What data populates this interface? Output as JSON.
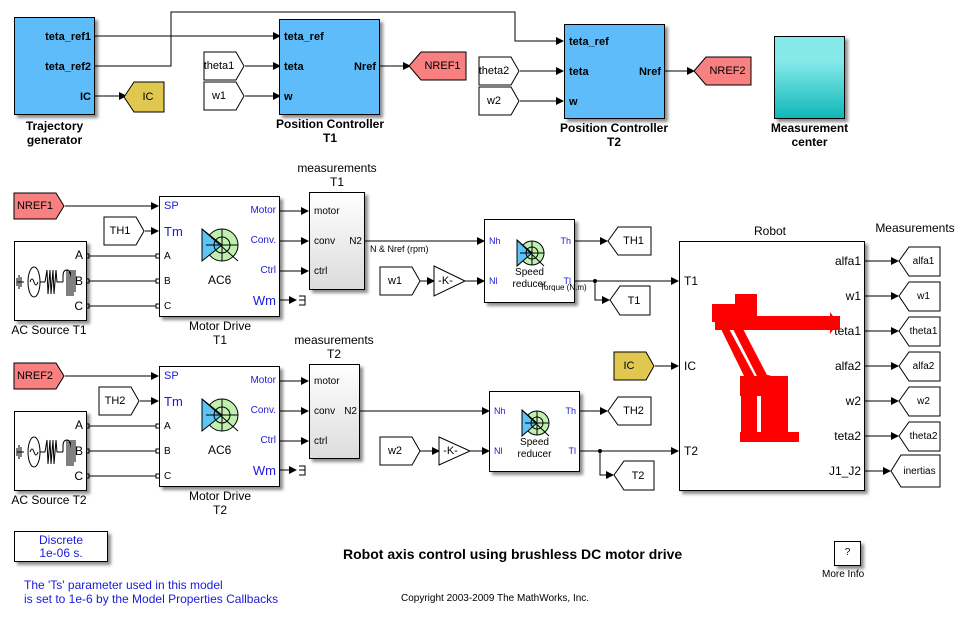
{
  "title": "Robot axis control using brushless DC motor drive",
  "copyright": "Copyright 2003-2009 The MathWorks, Inc.",
  "colors": {
    "controller_blue": "#5ebcfb",
    "goto_red": "#f98080",
    "from_yellow": "#e0c850",
    "robot_red": "#ff0000",
    "port_blue": "#1a1adc",
    "measurement_cyan": "#10b8b8"
  },
  "trajectory": {
    "name_line1": "Trajectory",
    "name_line2": "generator",
    "ports": [
      "teta_ref1",
      "teta_ref2",
      "IC"
    ]
  },
  "ic_goto": "IC",
  "pos_ctrl_1": {
    "name_line1": "Position Controller",
    "name_line2": "T1",
    "inputs": [
      "teta_ref",
      "teta",
      "w"
    ],
    "output": "Nref",
    "from_theta": "theta1",
    "from_w": "w1",
    "goto": "NREF1"
  },
  "pos_ctrl_2": {
    "name_line1": "Position Controller",
    "name_line2": "T2",
    "inputs": [
      "teta_ref",
      "teta",
      "w"
    ],
    "output": "Nref",
    "from_theta": "theta2",
    "from_w": "w2",
    "goto": "NREF2"
  },
  "measurement_center": {
    "line1": "Measurement",
    "line2": "center"
  },
  "drive1": {
    "from_nref": "NREF1",
    "from_th": "TH1",
    "source_name": "AC Source T1",
    "source_ports": [
      "A",
      "B",
      "C"
    ],
    "name_line1": "Motor Drive",
    "name_line2": "T1",
    "inputs": [
      "SP",
      "Tm",
      "A",
      "B",
      "C"
    ],
    "outputs": [
      "Motor",
      "Conv.",
      "Ctrl",
      "Wm"
    ],
    "model": "AC6",
    "meas_title1": "measurements",
    "meas_title2": "T1",
    "meas_inputs": [
      "motor",
      "conv",
      "ctrl"
    ],
    "meas_output": "N2",
    "signal_label": "N & Nref (rpm)",
    "from_w": "w1",
    "gain": "-K-",
    "reducer_inputs": [
      "Nh",
      "Nl"
    ],
    "reducer_outputs": [
      "Th",
      "Tl"
    ],
    "reducer_line1": "Speed",
    "reducer_line2": "reducer",
    "goto_th": "TH1",
    "goto_t": "T1",
    "torque_label": "Torque (N.m)"
  },
  "drive2": {
    "from_nref": "NREF2",
    "from_th": "TH2",
    "source_name": "AC Source T2",
    "source_ports": [
      "A",
      "B",
      "C"
    ],
    "name_line1": "Motor Drive",
    "name_line2": "T2",
    "inputs": [
      "SP",
      "Tm",
      "A",
      "B",
      "C"
    ],
    "outputs": [
      "Motor",
      "Conv.",
      "Ctrl",
      "Wm"
    ],
    "model": "AC6",
    "meas_title1": "measurements",
    "meas_title2": "T2",
    "meas_inputs": [
      "motor",
      "conv",
      "ctrl"
    ],
    "meas_output": "N2",
    "from_w": "w2",
    "gain": "-K-",
    "reducer_inputs": [
      "Nh",
      "Nl"
    ],
    "reducer_outputs": [
      "Th",
      "Tl"
    ],
    "reducer_line1": "Speed",
    "reducer_line2": "reducer",
    "goto_th": "TH2",
    "goto_t": "T2"
  },
  "robot": {
    "name": "Robot",
    "inputs": [
      "T1",
      "IC",
      "T2"
    ],
    "outputs": [
      "alfa1",
      "w1",
      "teta1",
      "alfa2",
      "w2",
      "teta2",
      "J1_J2"
    ],
    "from_ic": "IC"
  },
  "measurements": {
    "title": "Measurements",
    "gotos": [
      "alfa1",
      "w1",
      "theta1",
      "alfa2",
      "w2",
      "theta2",
      "inertias"
    ]
  },
  "powergui": {
    "line1": "Discrete",
    "line2": "1e-06 s."
  },
  "note": {
    "line1": "The 'Ts' parameter used in this model",
    "line2": "is set to 1e-6  by the Model Properties Callbacks"
  },
  "more_info": {
    "symbol": "?",
    "label": "More Info"
  }
}
